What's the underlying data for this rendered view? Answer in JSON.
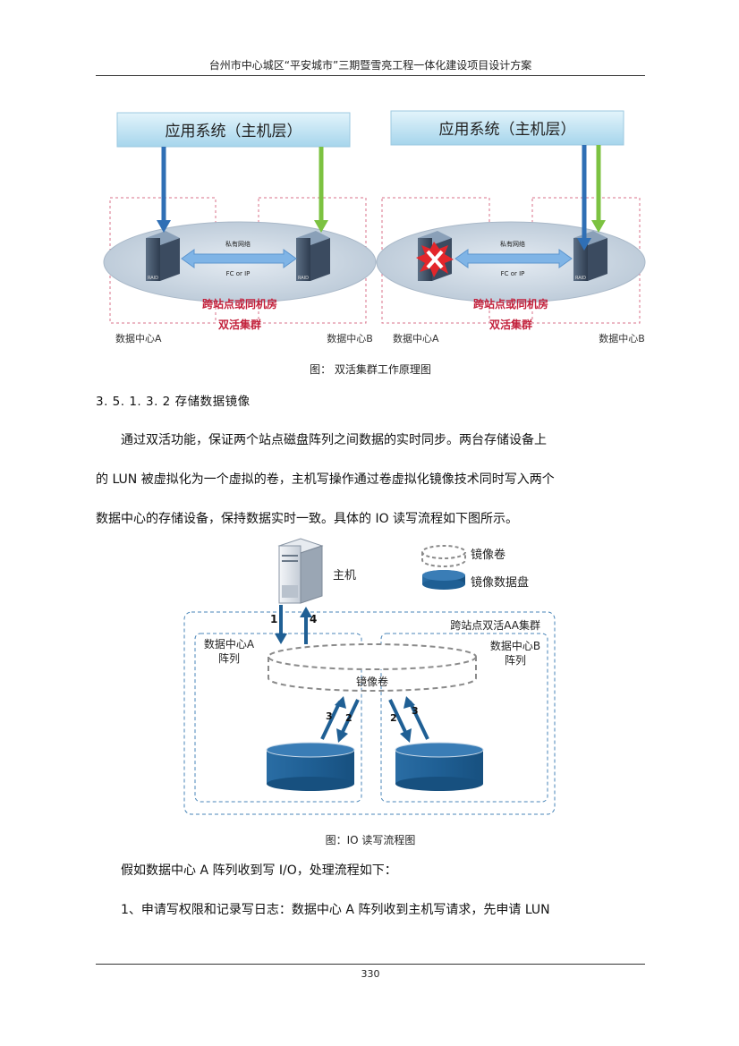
{
  "header": {
    "title": "台州市中心城区“平安城市”三期暨雪亮工程一体化建设项目设计方案"
  },
  "figure1": {
    "left_panel": {
      "app_layer": "应用系统（主机层）",
      "private_net_line1": "私有网络",
      "private_net_line2": "FC or IP",
      "raid_label": "RAID",
      "zone_label": "跨站点或同机房",
      "cluster_label": "双活集群",
      "dc_a": "数据中心A",
      "dc_b": "数据中心B"
    },
    "right_panel": {
      "app_layer": "应用系统（主机层）",
      "private_net_line1": "私有网络",
      "private_net_line2": "FC or IP",
      "raid_label": "RAID",
      "zone_label": "跨站点或同机房",
      "cluster_label": "双活集群",
      "dc_a": "数据中心A",
      "dc_b": "数据中心B"
    },
    "caption": "图：  双活集群工作原理图"
  },
  "section": {
    "heading": "3. 5. 1. 3. 2   存储数据镜像"
  },
  "para1": {
    "lines": [
      "通过双活功能，保证两个站点磁盘阵列之间数据的实时同步。两台存储设备上",
      "的 LUN 被虚拟化为一个虚拟的卷，主机写操作通过卷虚拟化镜像技术同时写入两个",
      "数据中心的存储设备，保持数据实时一致。具体的 IO 读写流程如下图所示。"
    ]
  },
  "figure2": {
    "host_label": "主机",
    "legend_mirror_volume": "镜像卷",
    "legend_mirror_disk": "镜像数据盘",
    "cluster_label": "跨站点双活AA集群",
    "dc_a_line1": "数据中心A",
    "dc_a_line2": "阵列",
    "dc_b_line1": "数据中心B",
    "dc_b_line2": "阵列",
    "mirror_volume_label": "镜像卷",
    "step1": "1",
    "step4": "4",
    "step2": "2",
    "step3": "3",
    "caption": "图：IO 读写流程图"
  },
  "para2": {
    "lines": [
      "假如数据中心 A 阵列收到写 I/O，处理流程如下：",
      "1、申请写权限和记录写日志：数据中心 A 阵列收到主机写请求，先申请 LUN"
    ]
  },
  "footer": {
    "page_number": "330"
  },
  "colors": {
    "app_bar": "#bfe3f3",
    "ellipse": "#c9d6e3",
    "blue_arrow": "#2f6fb5",
    "green_arrow": "#7cc241",
    "zone_text": "#c21f3a",
    "disk": "#1f5f94",
    "dashed_border": "#4a86b8"
  }
}
